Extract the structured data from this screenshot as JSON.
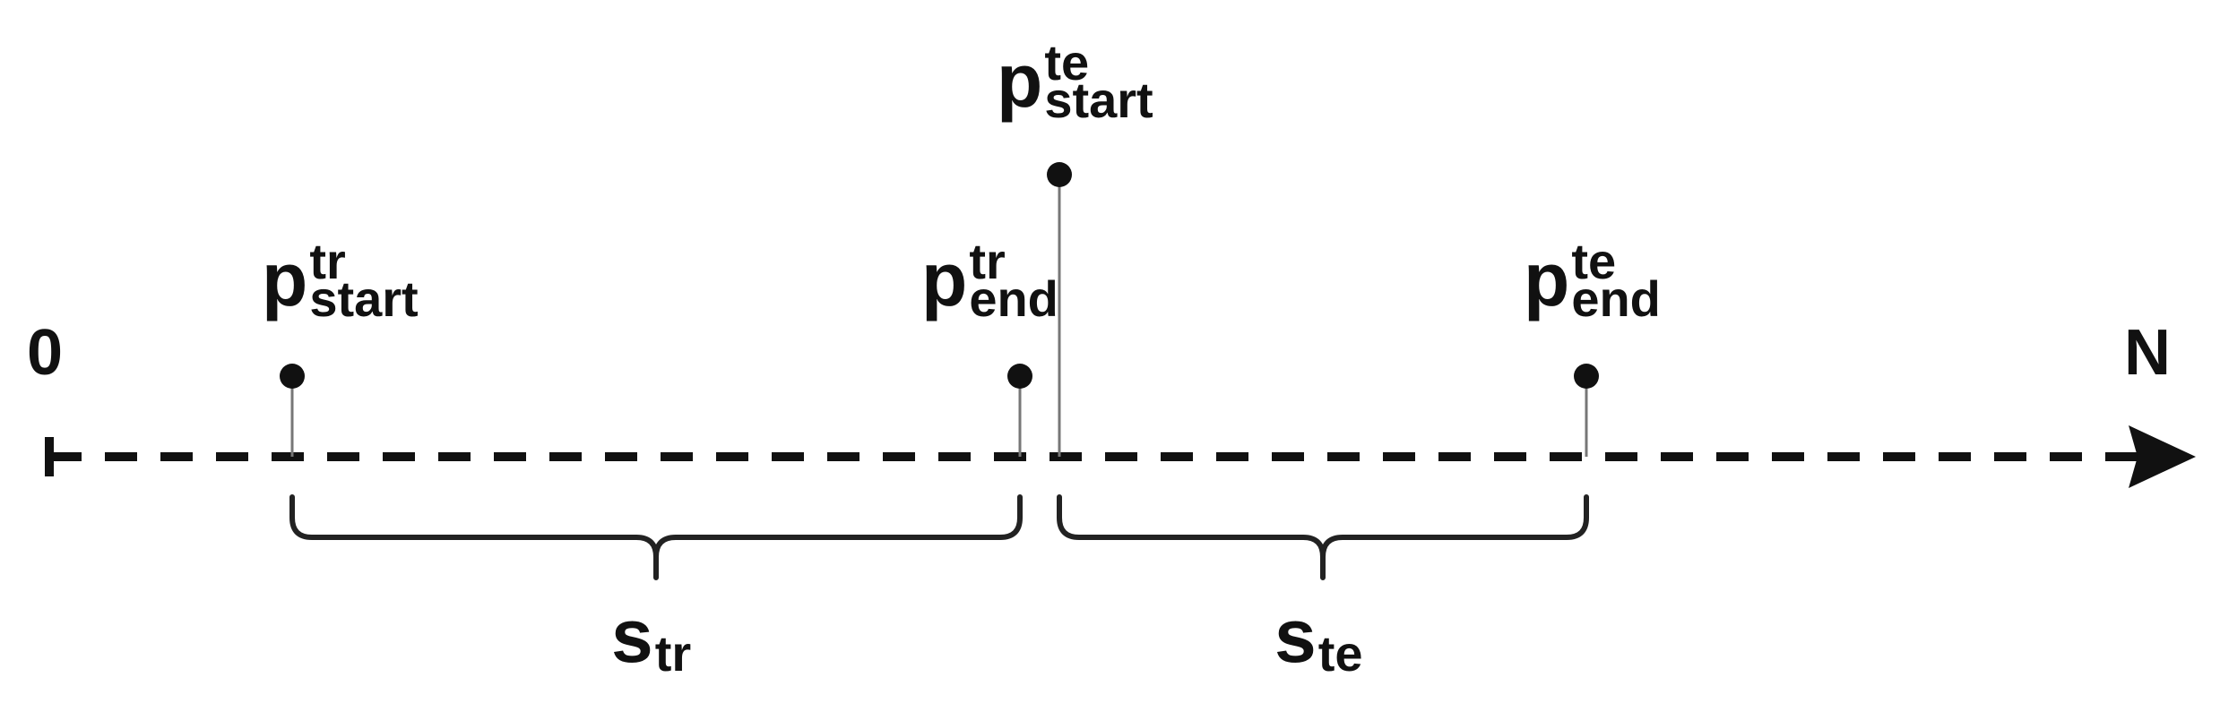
{
  "axis": {
    "start_label": "0",
    "end_label": "N",
    "color": "#111111"
  },
  "points": [
    {
      "base": "p",
      "sup": "tr",
      "sub": "start"
    },
    {
      "base": "p",
      "sup": "tr",
      "sub": "end"
    },
    {
      "base": "p",
      "sup": "te",
      "sub": "start"
    },
    {
      "base": "p",
      "sup": "te",
      "sub": "end"
    }
  ],
  "segments": [
    {
      "base": "s",
      "sub": "tr"
    },
    {
      "base": "s",
      "sub": "te"
    }
  ]
}
